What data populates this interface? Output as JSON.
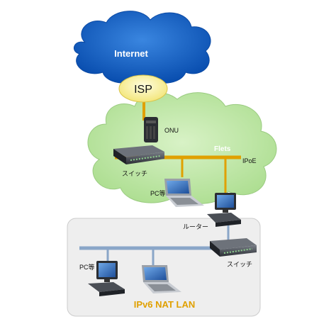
{
  "labels": {
    "internet": "Internet",
    "isp": "ISP",
    "onu": "ONU",
    "flets": "Flets",
    "ipoe": "IPoE",
    "switch_top": "スイッチ",
    "pc_top": "PC等",
    "router": "ルーター",
    "switch_bottom": "スイッチ",
    "pc_bottom": "PC等",
    "lan": "IPv6 NAT LAN"
  },
  "colors": {
    "internet_cloud": "#1a66cc",
    "flets_cloud": "#bfe8a8",
    "isp_ellipse": "#fff6a0",
    "backbone_top": "#e0a000",
    "backbone_bottom": "#8aa6c8",
    "lan_panel": "#eeeeee",
    "lan_text": "#e0a000"
  },
  "icons": [
    "onu-icon",
    "switch-icon",
    "laptop-icon",
    "router-icon",
    "desktop-pc-icon"
  ]
}
